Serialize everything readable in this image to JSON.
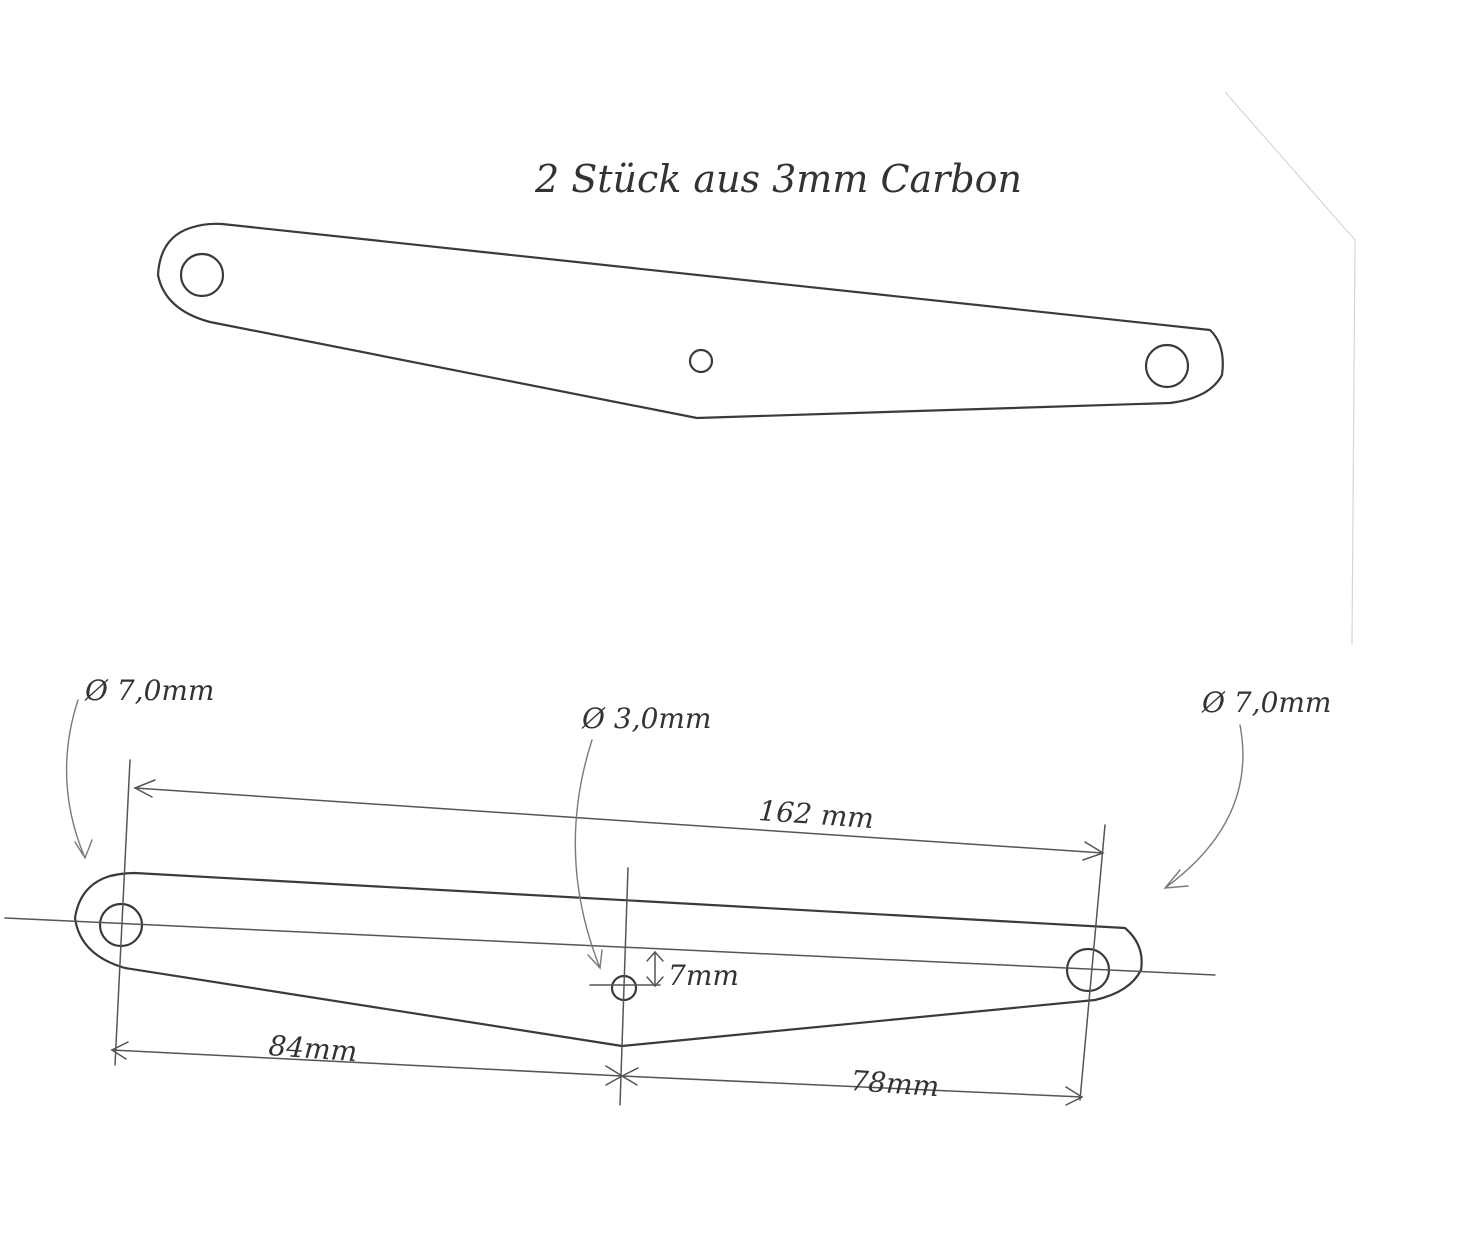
{
  "title": "2 Stück aus 3mm Carbon",
  "annotations": {
    "left_hole_diameter": "Ø 7,0mm",
    "center_hole_diameter": "Ø 3,0mm",
    "right_hole_diameter": "Ø 7,0mm",
    "overall_length": "162 mm",
    "left_to_center": "84mm",
    "center_to_right": "78mm",
    "center_hole_offset": "7mm"
  },
  "colors": {
    "pencil": "#3a3a3a",
    "paper": "#ffffff"
  }
}
